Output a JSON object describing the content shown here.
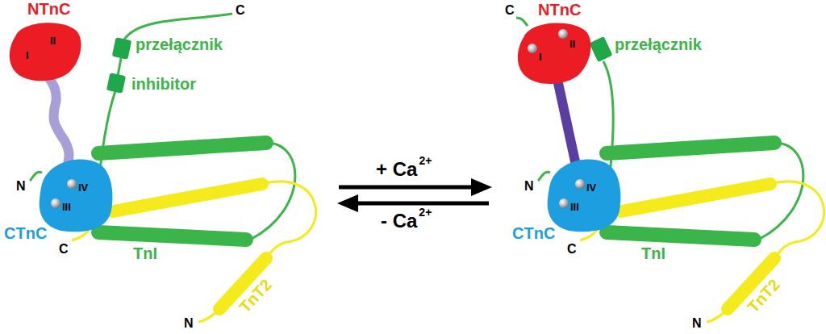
{
  "diagram": {
    "nodes": [
      {
        "text": [
          "NTnC",
          "I",
          "II"
        ]
      },
      {
        "text": [
          "CTnC",
          "IV",
          "III"
        ]
      },
      {
        "text": [
          "NTnC",
          "I",
          "II"
        ]
      },
      {
        "text": [
          "CTnC",
          "IV",
          "III"
        ]
      }
    ],
    "edges": [
      {
        "from": 0,
        "to": 1,
        "arrow": "none"
      },
      {
        "from": 2,
        "to": 3,
        "arrow": "none"
      }
    ],
    "labels": [
      "przełącznik",
      "inhibitor",
      "C",
      "N",
      "C",
      "TnI",
      "TnT2",
      "N",
      "+ Ca",
      "2+",
      "- Ca",
      "2+",
      "C",
      "przełącznik",
      "N",
      "C",
      "TnI",
      "TnT2",
      "N"
    ]
  }
}
